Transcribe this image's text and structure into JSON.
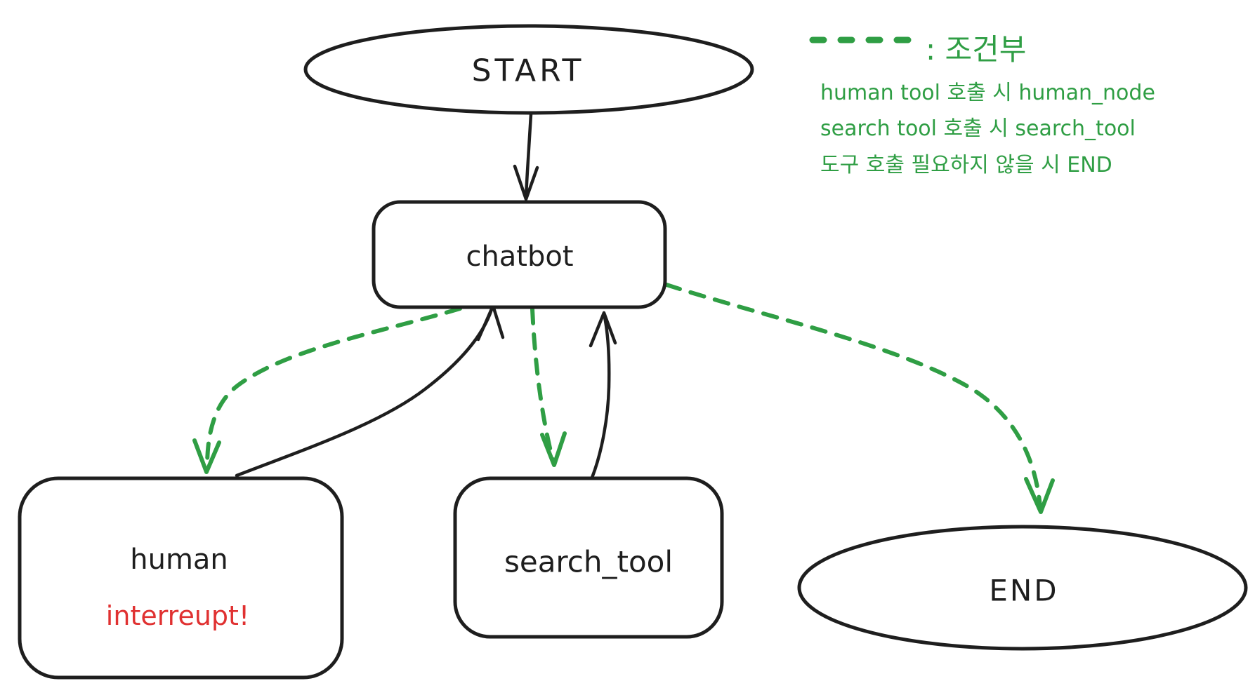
{
  "nodes": {
    "start": {
      "label": "START"
    },
    "chatbot": {
      "label": "chatbot"
    },
    "human": {
      "label": "human",
      "sublabel": "interreupt!"
    },
    "search_tool": {
      "label": "search_tool"
    },
    "end": {
      "label": "END"
    }
  },
  "legend": {
    "dash_meaning": ": 조건부",
    "lines": [
      "human tool 호출 시 human_node",
      "search tool 호출 시 search_tool",
      "도구 호출 필요하지 않을 시 END"
    ]
  },
  "colors": {
    "stroke": "#1e1e1e",
    "conditional_green": "#2f9e44",
    "alert_red": "#e03131",
    "background": "#ffffff"
  }
}
